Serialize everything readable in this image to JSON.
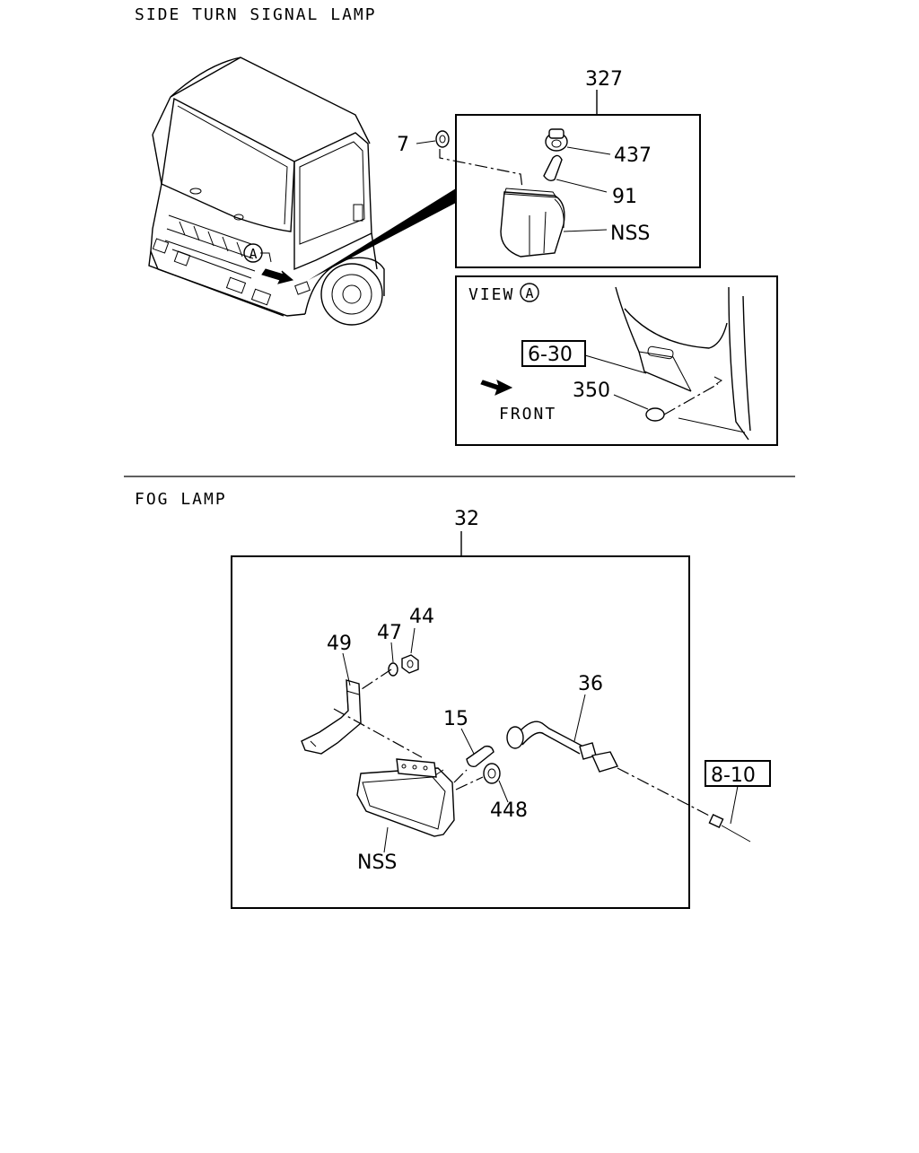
{
  "sections": {
    "side_turn": {
      "title": "SIDE TURN SIGNAL LAMP",
      "callouts": {
        "assembly": "327",
        "clip": "7",
        "socket": "437",
        "bulb": "91",
        "lens": "NSS"
      },
      "view": {
        "label": "VIEW",
        "marker": "A",
        "ref": "6-30",
        "grommet": "350",
        "front": "FRONT"
      },
      "truck_marker": "A"
    },
    "fog": {
      "title": "FOG LAMP",
      "callouts": {
        "assembly": "32",
        "bracket": "49",
        "washer": "47",
        "nut": "44",
        "bulb": "15",
        "harness": "36",
        "cap": "448",
        "lamp": "NSS",
        "ref": "8-10"
      }
    }
  }
}
